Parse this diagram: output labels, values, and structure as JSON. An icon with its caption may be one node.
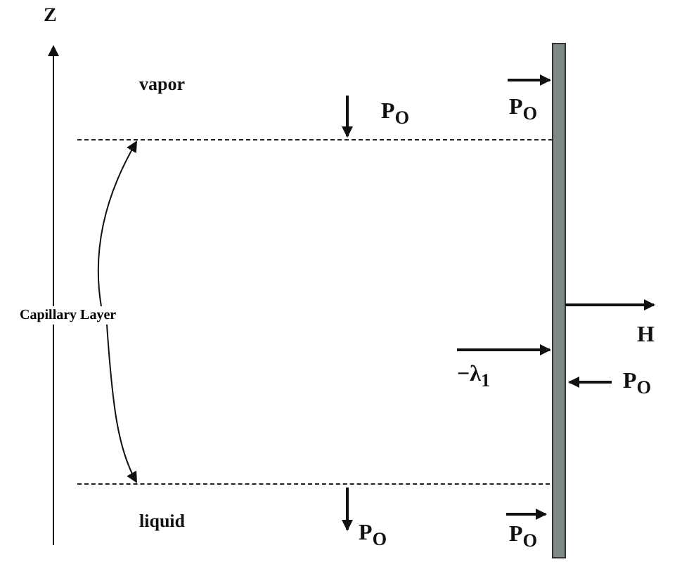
{
  "diagram": {
    "nodes": [
      {
        "text": [
          "Capillary Layer"
        ]
      },
      {
        "text": [],
        "shape": "line"
      },
      {
        "text": [],
        "shape": "line"
      }
    ],
    "edges": [
      {
        "from": 0,
        "to": 1,
        "arrow": "to"
      },
      {
        "from": 0,
        "to": 2,
        "arrow": "to"
      }
    ],
    "labels": [
      "Z",
      "vapor",
      "P$_{O}$",
      "P$_{O}$",
      "H",
      "−λ$_{1}$",
      "P$_{O}$",
      "liquid",
      "P$_{O}$",
      "P$_{O}$"
    ]
  }
}
